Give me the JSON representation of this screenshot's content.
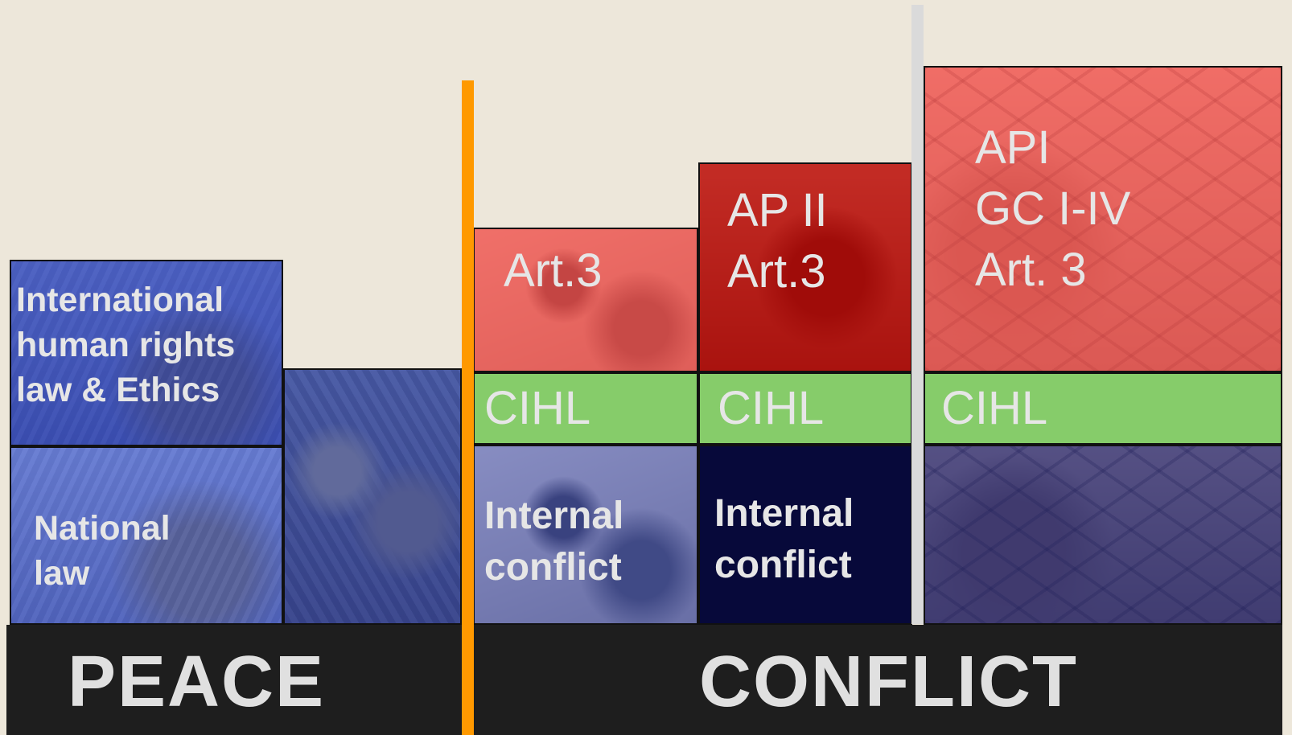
{
  "peace": {
    "title": "PEACE",
    "ihrl_label": "International\n human rights\n law & Ethics",
    "national_label": " National\n law"
  },
  "conflict": {
    "title": "CONFLICT",
    "col1": {
      "top": "Art.3",
      "cihl": "CIHL",
      "base": "Internal\nconflict"
    },
    "col2": {
      "top": "AP II\nArt.3",
      "cihl": "CIHL",
      "base": "Internal\nconflict"
    },
    "col3": {
      "top": "API\nGC I-IV\nArt. 3",
      "cihl": "CIHL"
    }
  },
  "colors": {
    "background": "#EDE7DA",
    "divider_orange": "#FF9900",
    "divider_grey": "#DADADA",
    "bar": "#1E1E1E",
    "text": "#E6E6E6"
  }
}
